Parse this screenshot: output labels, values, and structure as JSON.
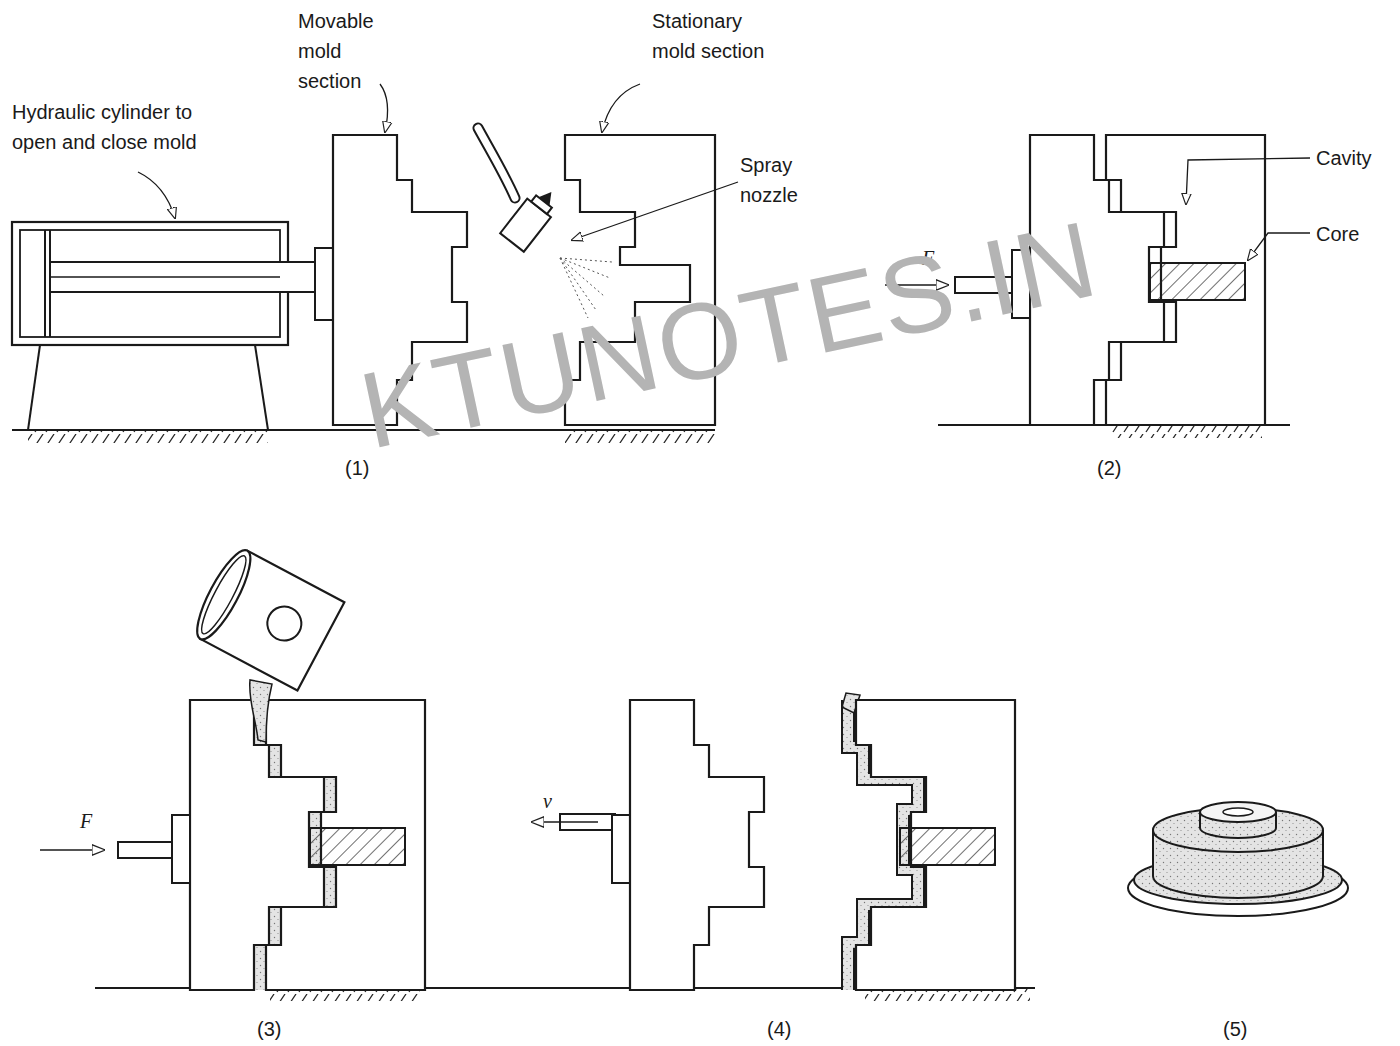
{
  "diagram": {
    "labels": [
      "Hydraulic cylinder to open and close mold",
      "Movable mold section",
      "Stationary mold section",
      "Spray nozzle",
      "Cavity",
      "Core",
      "F",
      "(1)",
      "(2)",
      "F",
      "(3)",
      "v",
      "(4)",
      "(5)",
      "KTUNOTES.IN"
    ]
  }
}
